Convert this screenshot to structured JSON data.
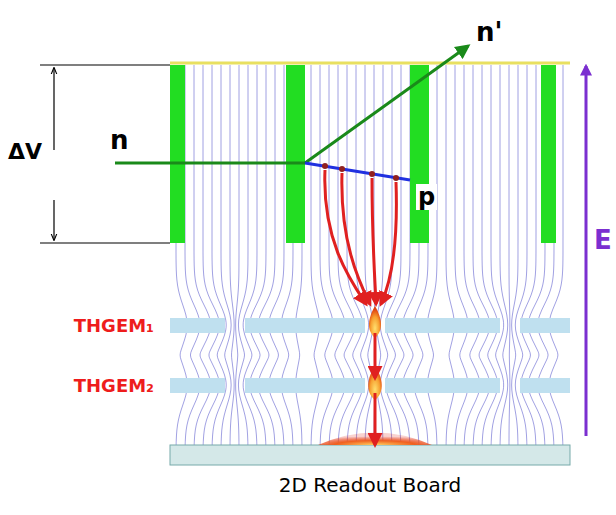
{
  "diagram": {
    "nodes": [
      {
        "text": [
          "THGEM₁"
        ]
      },
      {
        "text": [
          "THGEM₂"
        ]
      },
      {
        "text": [
          "2D Readout Board"
        ]
      }
    ],
    "edges": [
      {
        "from": 0,
        "to": 1,
        "arrow": "to"
      },
      {
        "from": 1,
        "to": 2,
        "arrow": "to"
      }
    ],
    "labels": [
      "ΔV",
      "n",
      "n'",
      "p",
      "E"
    ]
  }
}
